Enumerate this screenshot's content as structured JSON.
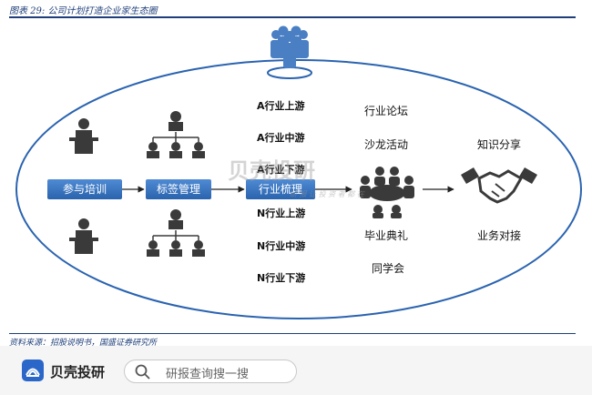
{
  "figure": {
    "title": "图表 29: 公司计划打造企业家生态圈",
    "source": "资料来源：招股说明书，国盛证券研究所"
  },
  "diagram": {
    "boxes": [
      "参与培训",
      "标签管理",
      "行业梳理"
    ],
    "industry_a": [
      "A行业上游",
      "A行业中游",
      "A行业下游"
    ],
    "industry_n": [
      "N行业上游",
      "N行业中游",
      "N行业下游"
    ],
    "activities": [
      "行业论坛",
      "沙龙活动",
      "毕业典礼",
      "同学会"
    ],
    "outcomes": [
      "知识分享",
      "业务对接"
    ]
  },
  "watermark": {
    "main": "贝壳投研",
    "sub": "研 报 让 投 资 者 都 在"
  },
  "footer": {
    "brand": "贝壳投研",
    "search_placeholder": "研报查询搜一搜"
  },
  "icons": {
    "people_group": "people-group-icon",
    "speaker": "speaker-podium-icon",
    "org_chart": "org-chart-icon",
    "meeting": "meeting-table-icon",
    "handshake": "handshake-icon",
    "search": "search-icon",
    "brand": "shell-logo-icon"
  },
  "colors": {
    "accent": "#1f3f7a",
    "box": "#3a78c6",
    "ellipse": "#2a63b0",
    "icon": "#3a3a3a"
  }
}
